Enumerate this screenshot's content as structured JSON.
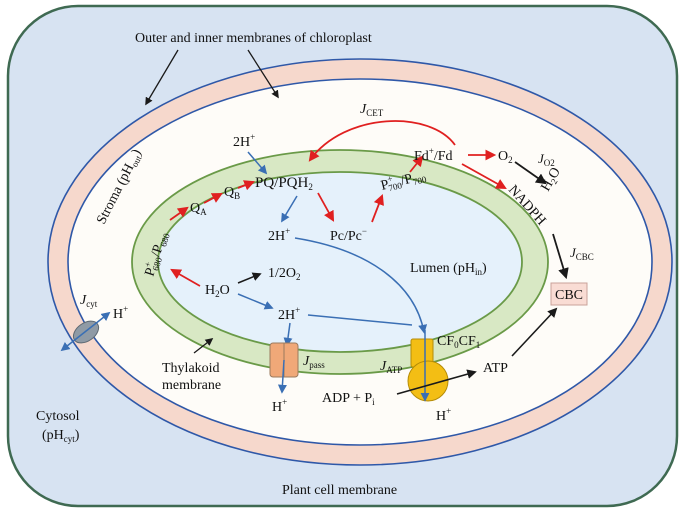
{
  "colors": {
    "cytosol": "#d7e3f2",
    "cell_membrane": "#3f6a52",
    "chloroplast_membrane": "#f6d8cc",
    "membrane_line": "#2f58a8",
    "stroma": "#fefcf8",
    "thylakoid": "#d8e8c4",
    "thylakoid_line": "#6a9a48",
    "lumen": "#e5f1fb",
    "red_arrow": "#e02020",
    "blue_arrow": "#3a6fb4",
    "black_arrow": "#1a1a1a",
    "channel_pass": "#f0a878",
    "atp_synthase": "#f3be14",
    "transporter": "#8f9aa5",
    "cbc_box": "#f9dcd4"
  },
  "labels": {
    "outer_inner_membranes": "Outer and inner membranes of chloroplast",
    "plant_cell_membrane": "Plant cell membrane",
    "cytosol": "Cytosol",
    "cytosol_ph": "(pH",
    "cytosol_ph_sub": "cyt",
    "cytosol_ph_close": ")",
    "stroma": "Stroma (pH",
    "stroma_sub": "out",
    "stroma_close": ")",
    "lumen": "Lumen (pH",
    "lumen_sub": "in",
    "lumen_close": ")",
    "thylakoid_line1": "Thylakoid",
    "thylakoid_line2": "membrane",
    "j_cet": "J",
    "j_cet_sub": "CET",
    "j_o2": "J",
    "j_o2_sub": "O2",
    "j_cbc": "J",
    "j_cbc_sub": "CBC",
    "j_cyt": "J",
    "j_cyt_sub": "cyt",
    "j_pass": "J",
    "j_pass_sub": "pass",
    "j_atp": "J",
    "j_atp_sub": "ATP",
    "two_h_top": "2H",
    "two_h_lumen": "2H",
    "two_h_right": "2H",
    "h_plus": "+",
    "h_cyt": "H",
    "h_pass": "H",
    "h_atp": "H",
    "pq": "PQ/PQH",
    "pq_sub": "2",
    "qa": "Q",
    "qa_sub": "A",
    "qb": "Q",
    "qb_sub": "B",
    "p680": "P",
    "p680_sup": "+",
    "p680_sub": "680",
    "p680_mid": "/P",
    "p680_sub2": "680",
    "p700": "P",
    "p700_sup": "+",
    "p700_sub": "700",
    "p700_mid": "/P",
    "p700_sub2": "700",
    "pc": "Pc/Pc",
    "pc_sup": "−",
    "fd": "Fd",
    "fd_sup": "+",
    "fd_rest": "/Fd",
    "o2": "O",
    "o2_sub": "2",
    "h2o_right": "H",
    "h2o_right_sub": "2",
    "h2o_right_end": "O",
    "nadph": "NADPH",
    "cbc": "CBC",
    "h2o_lumen": "H",
    "h2o_lumen_sub": "2",
    "h2o_lumen_end": "O",
    "half_o2": "1/2O",
    "half_o2_sub": "2",
    "cf0cf1": "CF",
    "cf0_sub": "0",
    "cf1": "CF",
    "cf1_sub": "1",
    "adp": "ADP + P",
    "adp_sub": "i",
    "atp": "ATP"
  }
}
